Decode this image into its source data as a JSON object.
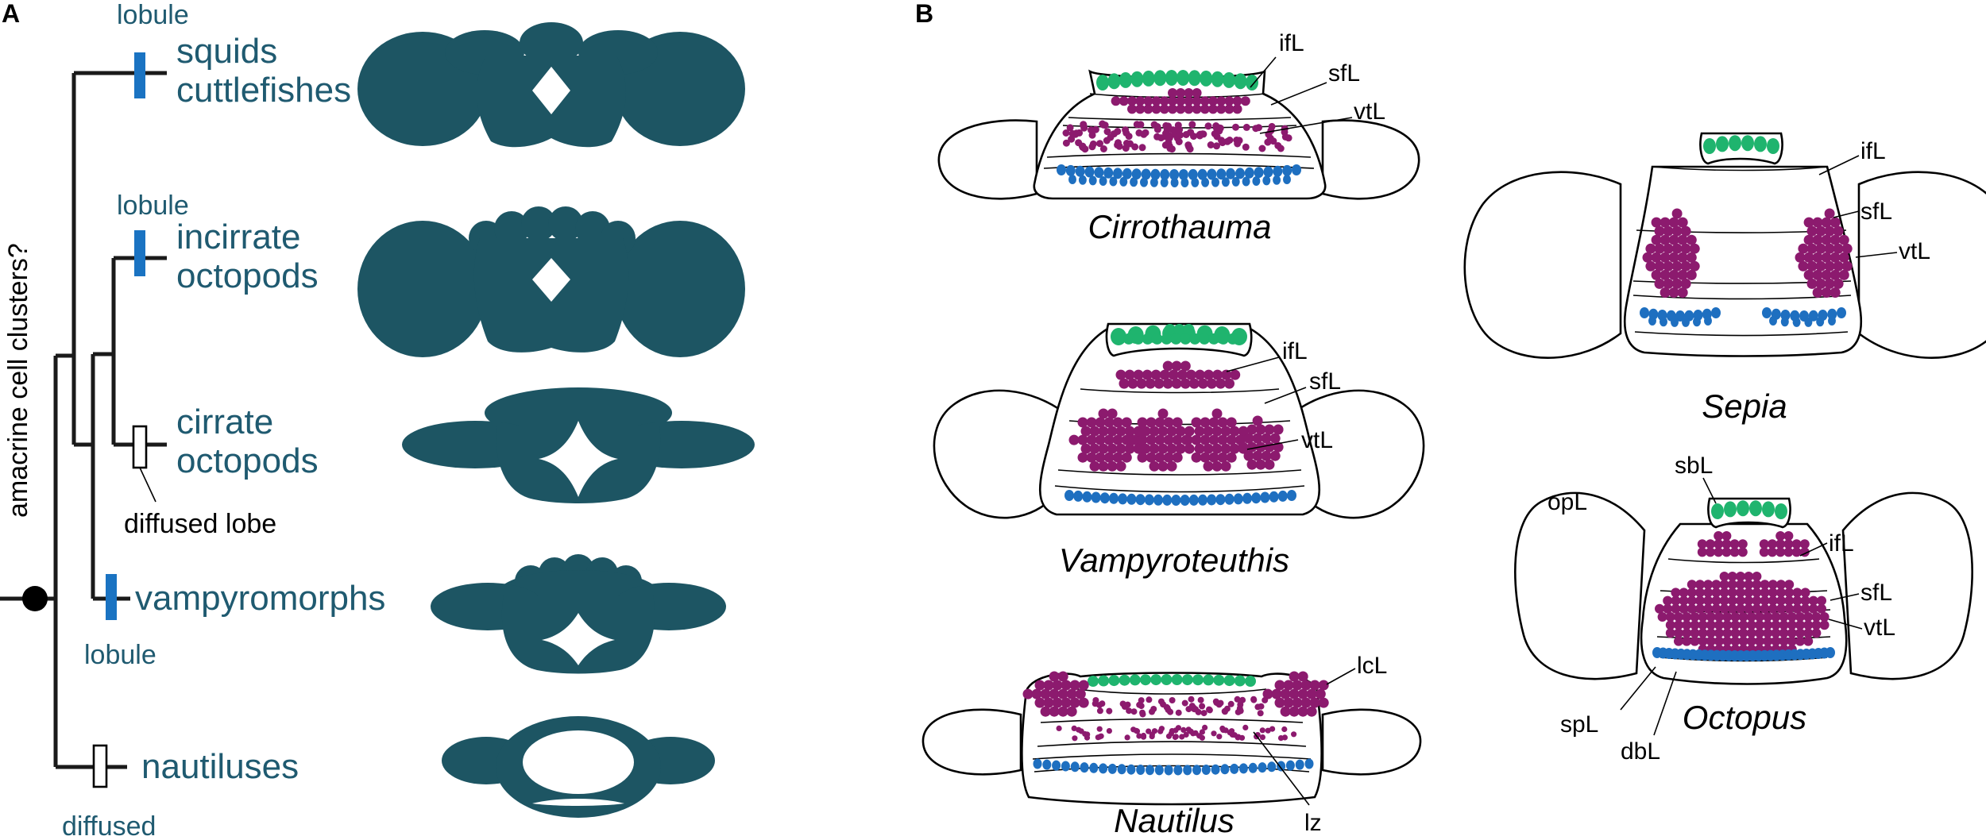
{
  "panels": {
    "a": "A",
    "b": "B"
  },
  "colors": {
    "taxon_text": "#1f5a70",
    "silhouette": "#1d5563",
    "lobule_bar": "#1a73c2",
    "tree_line": "#1a1a1a",
    "ifL_cells": "#1fb46e",
    "vtL_cells": "#8c1a6e",
    "sfL_cells": "#1e6fc0"
  },
  "tree": {
    "root_label": "amacrine cell clusters?",
    "taxa": [
      {
        "name_lines": [
          "squids",
          "cuttlefishes"
        ],
        "character": "lobule",
        "marker": "filled"
      },
      {
        "name_lines": [
          "incirrate",
          "octopods"
        ],
        "character": "lobule",
        "marker": "filled"
      },
      {
        "name_lines": [
          "cirrate",
          "octopods"
        ],
        "character": "diffused lobe",
        "marker": "open"
      },
      {
        "name_lines": [
          "vampyromorphs"
        ],
        "character": "lobule",
        "marker": "filled"
      },
      {
        "name_lines": [
          "nautiluses"
        ],
        "character": "diffused",
        "marker": "open"
      }
    ]
  },
  "diagrams": {
    "cirrothauma": {
      "genus": "Cirrothauma",
      "labels": [
        "ifL",
        "sfL",
        "vtL"
      ]
    },
    "vampyroteuthis": {
      "genus": "Vampyroteuthis",
      "labels": [
        "ifL",
        "sfL",
        "vtL"
      ]
    },
    "nautilus": {
      "genus": "Nautilus",
      "labels": [
        "lcL",
        "lz"
      ]
    },
    "sepia": {
      "genus": "Sepia",
      "labels": [
        "ifL",
        "sfL",
        "vtL"
      ]
    },
    "octopus": {
      "genus": "Octopus",
      "labels": [
        "sbL",
        "opL",
        "ifL",
        "sfL",
        "vtL",
        "spL",
        "dbL"
      ]
    }
  }
}
